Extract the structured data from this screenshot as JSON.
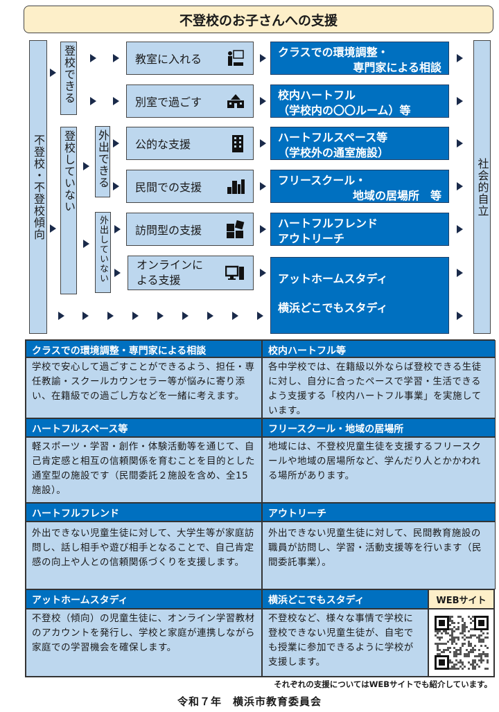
{
  "title": "不登校のお子さんへの支援",
  "flow": {
    "start": "不登校・不登校傾向",
    "end": "社会的自立",
    "branch_can_attend": "登校できる",
    "branch_not_attend": "登校していない",
    "branch_can_go_out": "外出できる",
    "branch_not_go_out": "外出していない",
    "rows": [
      {
        "mid": "教室に入れる",
        "icon": "classroom-teacher-icon",
        "blue": [
          "クラスでの環境調整・",
          "専門家による相談"
        ]
      },
      {
        "mid": "別室で過ごす",
        "icon": "school-building-icon",
        "blue": [
          "校内ハートフル",
          "（学校内の〇〇ルーム）等"
        ]
      },
      {
        "mid": "公的な支援",
        "icon": "office-building-icon",
        "blue": [
          "ハートフルスペース等",
          "（学校外の通室施設）"
        ]
      },
      {
        "mid": "民間での支援",
        "icon": "city-buildings-icon",
        "blue": [
          "フリースクール・",
          "地域の居場所　等"
        ]
      },
      {
        "mid": "訪問型の支援",
        "icon": "puzzle-icon",
        "blue": [
          "ハートフルフレンド",
          "アウトリーチ"
        ]
      },
      {
        "mid": "オンラインによる支援",
        "icon": "computer-icon",
        "blue": [
          "アットホームスタディ",
          "横浜どこでもスタディ"
        ]
      }
    ]
  },
  "table": [
    {
      "head": "クラスでの環境調整・専門家による相談",
      "body": "学校で安心して過ごすことができるよう、担任・専任教諭・スクールカウンセラー等が悩みに寄り添い、在籍級での過ごし方などを一緒に考えます。"
    },
    {
      "head": "校内ハートフル等",
      "body": "各中学校では、在籍級以外ならば登校できる生徒に対し、自分に合ったペースで学習・生活できるよう支援する「校内ハートフル事業」を実施しています。"
    },
    {
      "head": "ハートフルスペース等",
      "body": "軽スポーツ・学習・創作・体験活動等を通じて、自己肯定感と相互の信頼関係を育むことを目的とした通室型の施設です（民間委託２施設を含め、全15施設）。"
    },
    {
      "head": "フリースクール・地域の居場所",
      "body": "地域には、不登校児童生徒を支援するフリースクールや地域の居場所など、学んだり人とかかわれる場所があります。"
    },
    {
      "head": "ハートフルフレンド",
      "body": "外出できない児童生徒に対して、大学生等が家庭訪問し、話し相手や遊び相手となることで、自己肯定感の向上や人との信頼関係づくりを支援します。"
    },
    {
      "head": "アウトリーチ",
      "body": "外出できない児童生徒に対して、民間教育施設の職員が訪問し、学習・活動支援等を行います（民間委託事業）。"
    },
    {
      "head": "アットホームスタディ",
      "body": "不登校（傾向）の児童生徒に、オンライン学習教材のアカウントを発行し、学校と家庭が連携しながら家庭での学習機会を確保します。"
    },
    {
      "head": "横浜どこでもスタディ",
      "body": "不登校など、様々な事情で学校に登校できない児童生徒が、自宅でも授業に参加できるように学校が支援します。"
    }
  ],
  "web_label": "WEBサイト",
  "footnote": "それぞれの支援についてはWEBサイトでも紹介しています。",
  "footer": "令和７年　横浜市教育委員会"
}
